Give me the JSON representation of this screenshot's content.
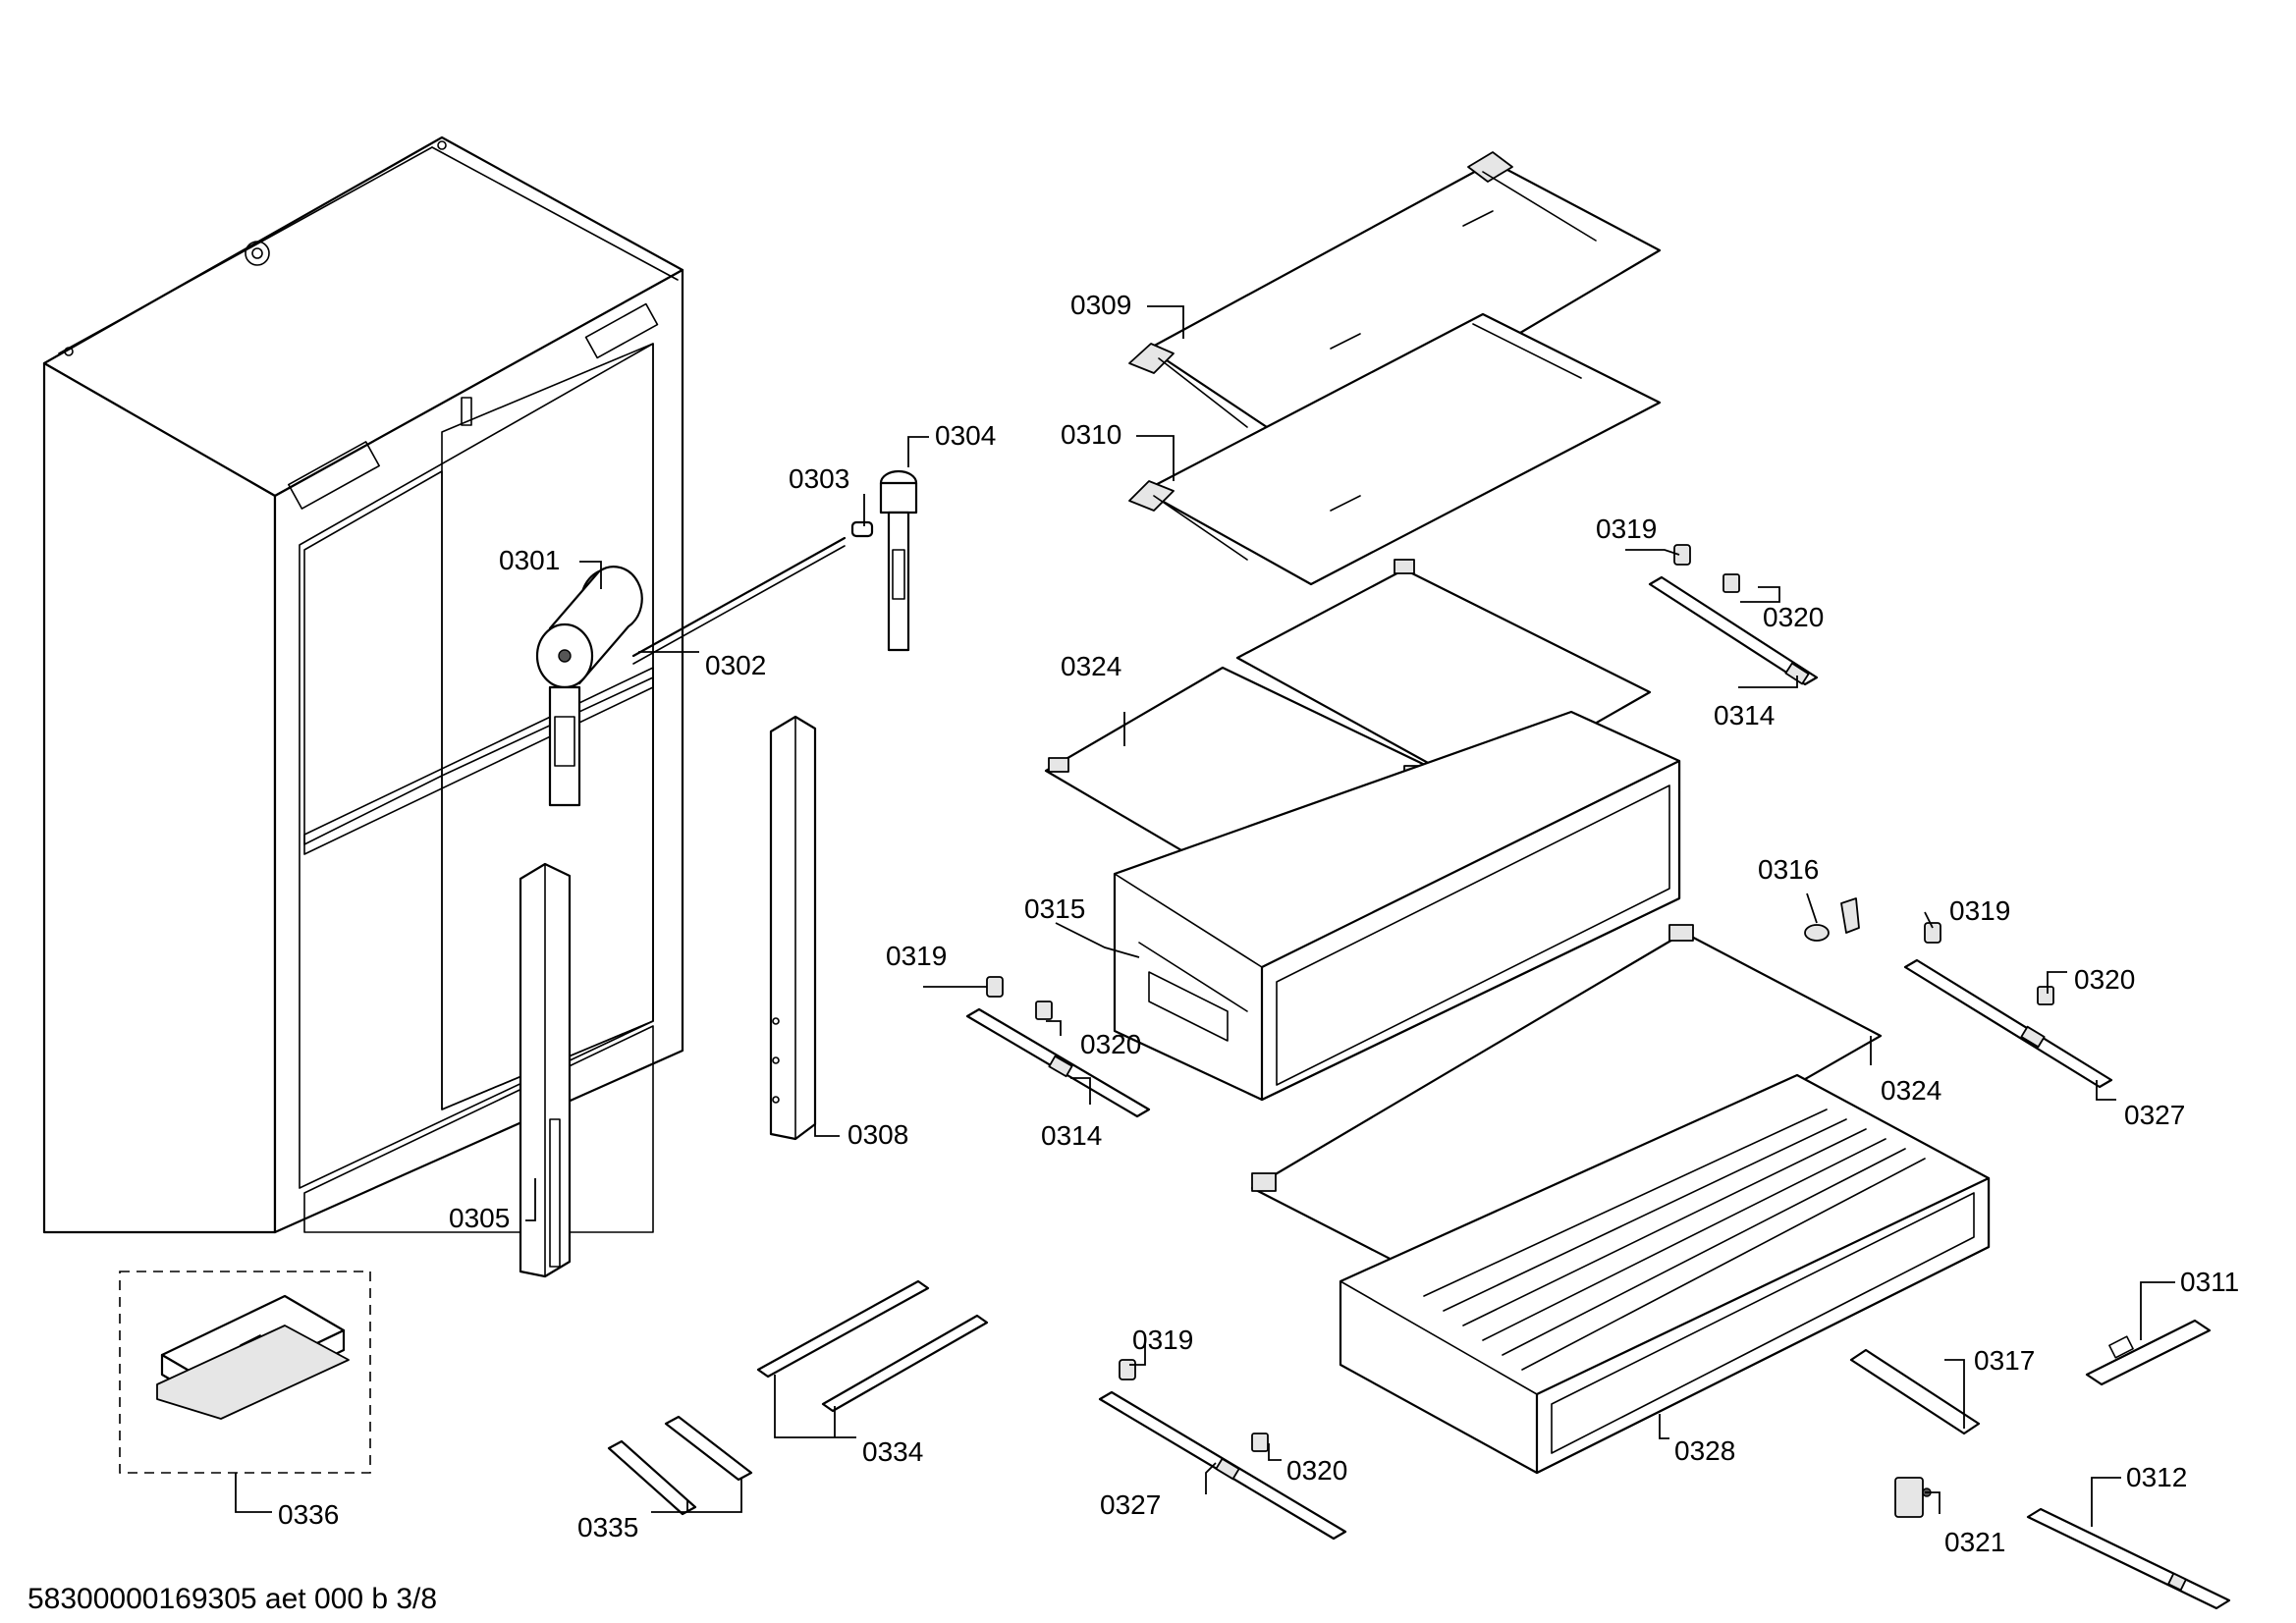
{
  "document_id": "58300000169305 aet 000 b 3/8",
  "labels": {
    "p0301": "0301",
    "p0302": "0302",
    "p0303": "0303",
    "p0304": "0304",
    "p0305": "0305",
    "p0308": "0308",
    "p0309": "0309",
    "p0310": "0310",
    "p0311": "0311",
    "p0312": "0312",
    "p0314a": "0314",
    "p0314b": "0314",
    "p0315": "0315",
    "p0316": "0316",
    "p0317": "0317",
    "p0319a": "0319",
    "p0319b": "0319",
    "p0319c": "0319",
    "p0319d": "0319",
    "p0320a": "0320",
    "p0320b": "0320",
    "p0320c": "0320",
    "p0320d": "0320",
    "p0321": "0321",
    "p0324a": "0324",
    "p0324b": "0324",
    "p0327a": "0327",
    "p0327b": "0327",
    "p0328": "0328",
    "p0334": "0334",
    "p0335": "0335",
    "p0336": "0336"
  },
  "colors": {
    "line": "#000000",
    "background": "#ffffff"
  }
}
